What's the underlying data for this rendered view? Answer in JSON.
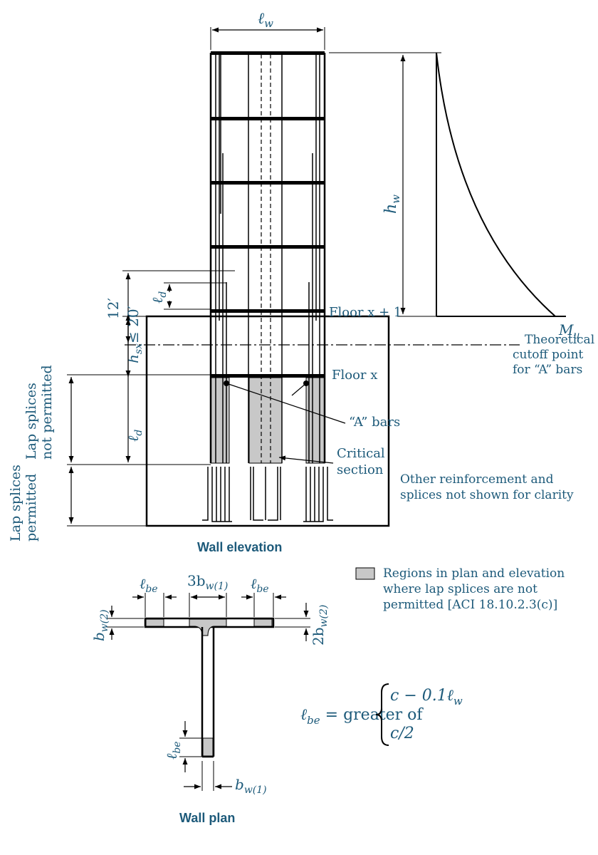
{
  "labels": {
    "lw": "ℓ",
    "lw_sub": "w",
    "hw": "h",
    "hw_sub": "w",
    "twelve_ft": "12′",
    "ld_upper": "ℓ",
    "ld_upper_sub": "d",
    "floor_x1": "Floor x + 1",
    "floor_x": "Floor x",
    "theoretical_1": "Theoretical",
    "theoretical_2": "cutoff point",
    "theoretical_3": "for “A” bars",
    "a_bars": "“A” bars",
    "critical_1": "Critical",
    "critical_2": "section",
    "mu": "M",
    "mu_sub": "u",
    "hsx": "h",
    "hsx_sub": "sx",
    "hsx_cond": "≤ 20′",
    "ld_lower": "ℓ",
    "ld_lower_sub": "d",
    "lap_not_1": "Lap splices",
    "lap_not_2": "not permitted",
    "lap_yes_1": "Lap splices",
    "lap_yes_2": "permitted",
    "other_1": "Other reinforcement and",
    "other_2": "splices not shown for clarity",
    "wall_elevation": "Wall elevation",
    "legend_1": "Regions in plan and elevation",
    "legend_2": "where lap splices are not",
    "legend_3": "permitted [ACI 18.10.2.3(c)]",
    "lbe_left": "ℓ",
    "lbe_sub": "be",
    "three_bw": "3b",
    "bw1_sub": "w(1)",
    "lbe_right": "ℓ",
    "bw2_left": "b",
    "bw2_sub": "w(2)",
    "two_bw2": "2b",
    "lbe_eq_lhs": "ℓ",
    "lbe_eq_text": " = greater of ",
    "case1": "c − 0.1ℓ",
    "case1_sub": "w",
    "case2": "c/2",
    "lbe_web": "ℓ",
    "bw1_bottom": "b",
    "wall_plan": "Wall plan"
  }
}
